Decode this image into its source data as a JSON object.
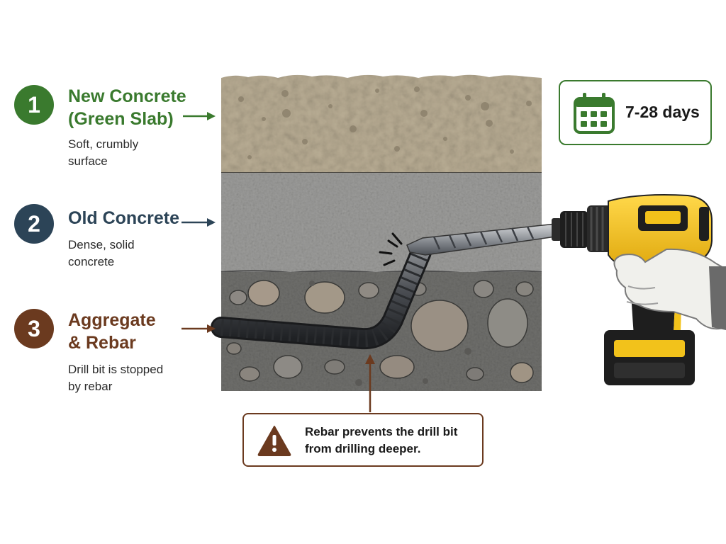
{
  "layers": [
    {
      "number": "1",
      "title_line1": "New Concrete",
      "title_line2": "(Green Slab)",
      "desc_line1": "Soft, crumbly",
      "desc_line2": "surface",
      "color": "#3a7a2e"
    },
    {
      "number": "2",
      "title_line1": "Old Concrete",
      "title_line2": "",
      "desc_line1": "Dense, solid",
      "desc_line2": "concrete",
      "color": "#2c4457"
    },
    {
      "number": "3",
      "title_line1": "Aggregate",
      "title_line2": "& Rebar",
      "desc_line1": "Drill bit is stopped",
      "desc_line2": "by rebar",
      "color": "#6b3a1f"
    }
  ],
  "duration": {
    "text": "7-28 days",
    "icon": "calendar-icon",
    "color": "#3a7a2e"
  },
  "callout": {
    "line1": "Rebar prevents the drill bit",
    "line2": "from drilling deeper.",
    "icon": "warning-icon",
    "color": "#6b3a1f"
  },
  "colors": {
    "drill_body": "#f2c21b",
    "drill_dark": "#1e1e1e",
    "glove": "#f0f0ec"
  }
}
